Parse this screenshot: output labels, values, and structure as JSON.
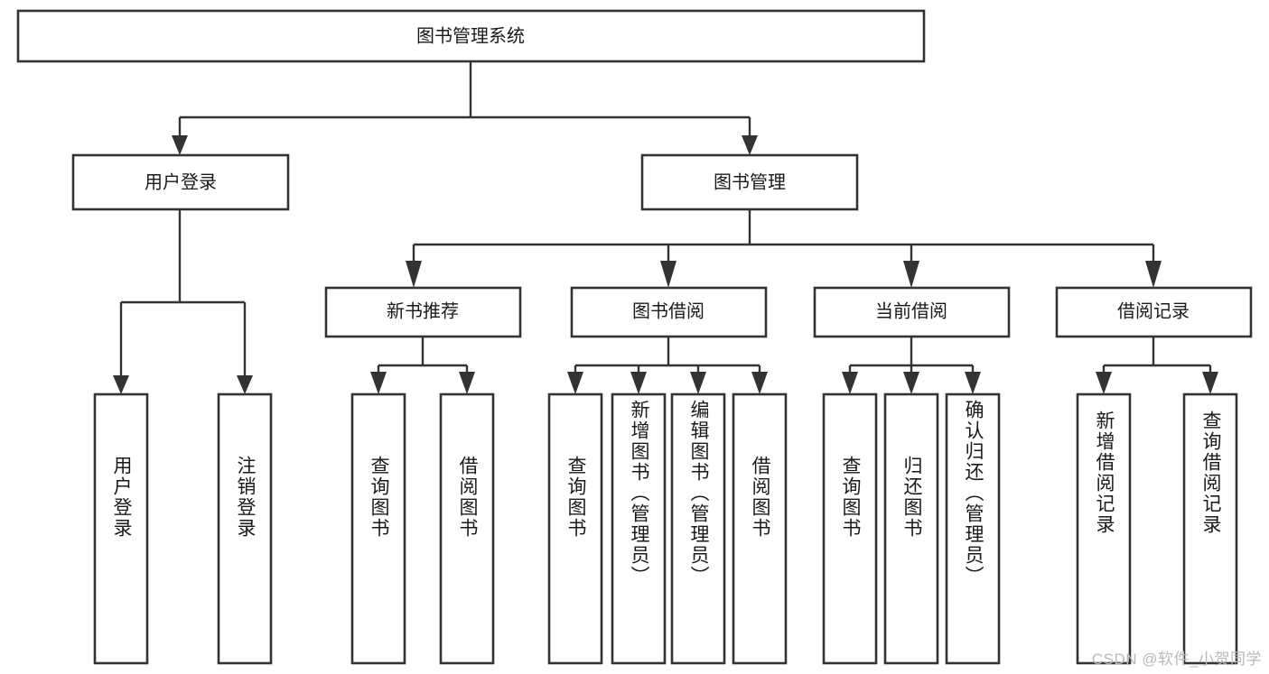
{
  "diagram": {
    "title": "图书管理系统",
    "type": "tree-hierarchy-chart",
    "root": {
      "label": "图书管理系统"
    },
    "level2": [
      {
        "label": "用户登录"
      },
      {
        "label": "图书管理"
      }
    ],
    "level3": [
      {
        "label": "新书推荐"
      },
      {
        "label": "图书借阅"
      },
      {
        "label": "当前借阅"
      },
      {
        "label": "借阅记录"
      }
    ],
    "leaves": {
      "user_login": [
        {
          "label": "用户登录"
        },
        {
          "label": "注销登录"
        }
      ],
      "new_book_recommend": [
        {
          "label": "查询图书"
        },
        {
          "label": "借阅图书"
        }
      ],
      "book_borrow": [
        {
          "label": "查询图书"
        },
        {
          "label": "新增图书（管理员）"
        },
        {
          "label": "编辑图书（管理员）"
        },
        {
          "label": "借阅图书"
        }
      ],
      "current_borrow": [
        {
          "label": "查询图书"
        },
        {
          "label": "归还图书"
        },
        {
          "label": "确认归还（管理员）"
        }
      ],
      "borrow_record": [
        {
          "label": "新增借阅记录"
        },
        {
          "label": "查询借阅记录"
        }
      ]
    }
  },
  "watermark": {
    "text": "CSDN @软件_小贺同学"
  },
  "colors": {
    "stroke": "#333333",
    "fill": "#ffffff",
    "text": "#1a1a1a",
    "watermark": "#b9b9b9"
  }
}
